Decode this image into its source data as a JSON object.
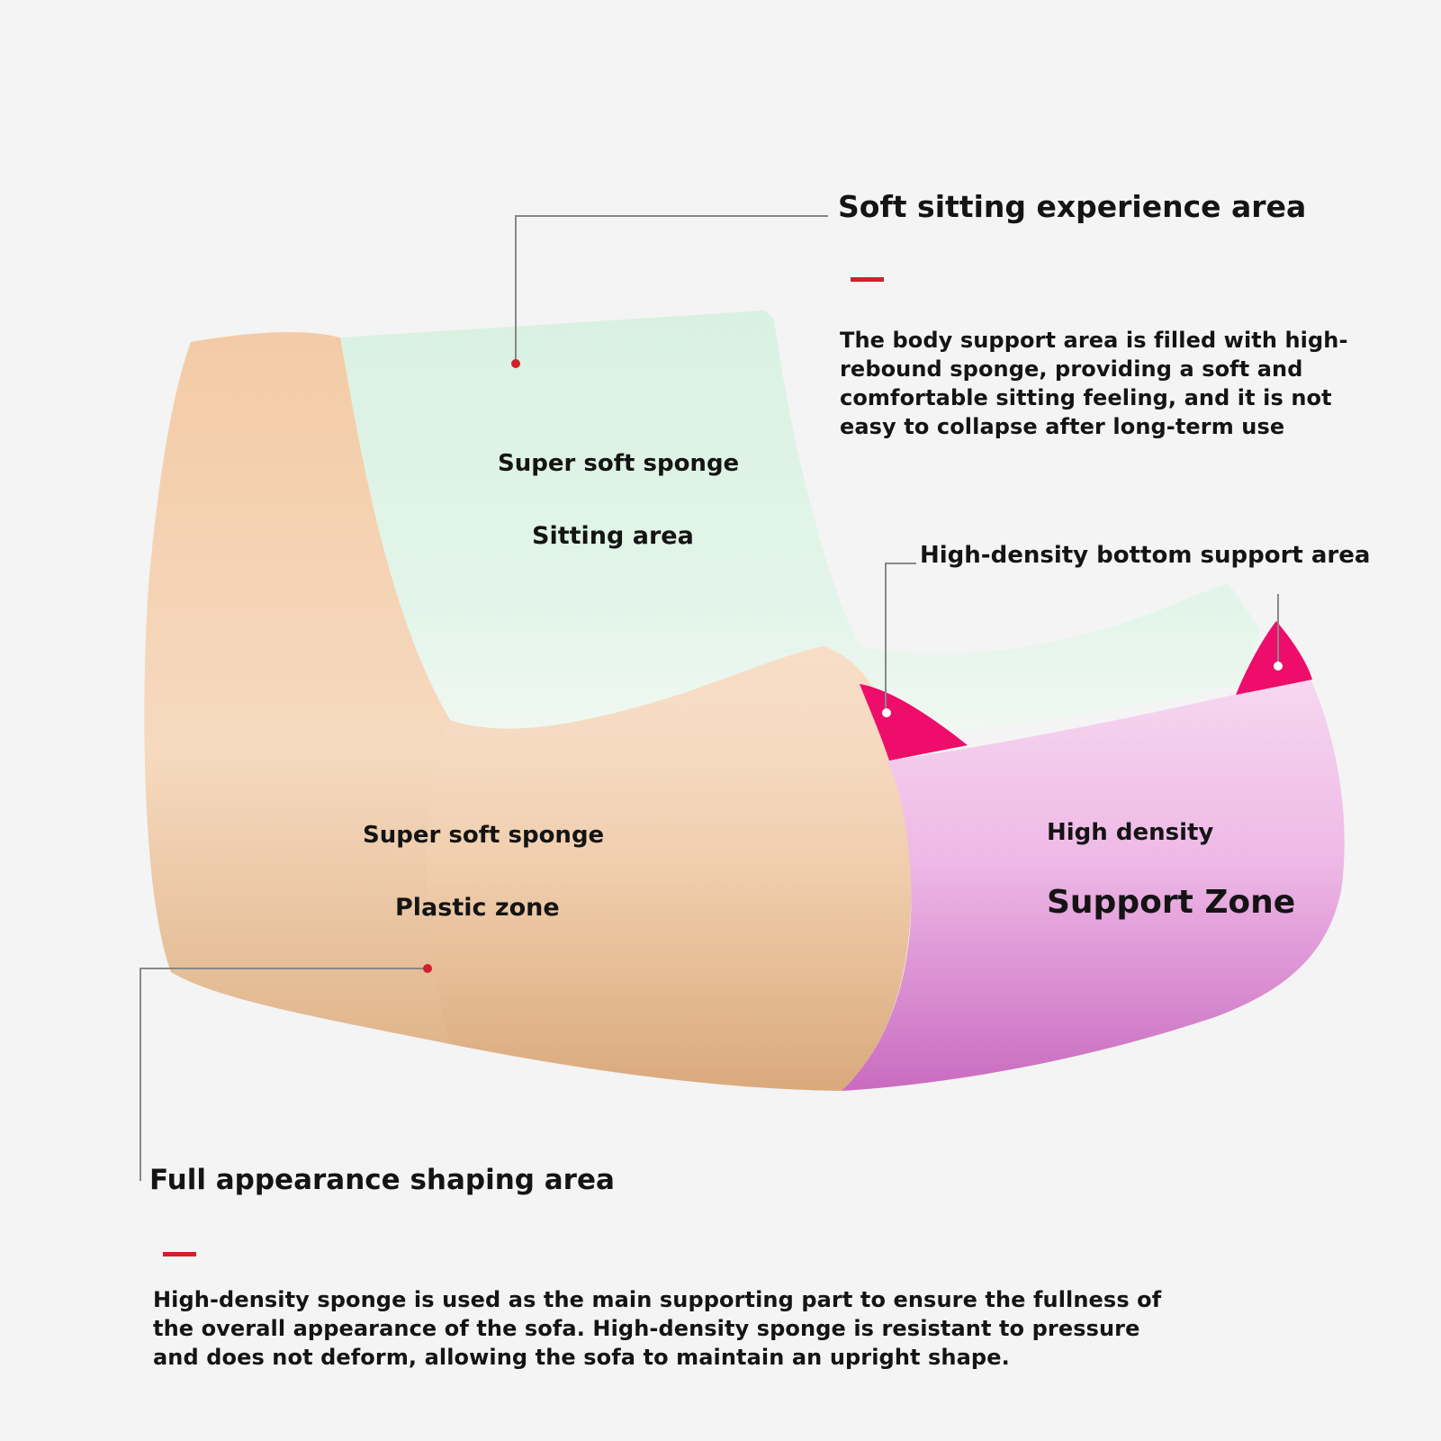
{
  "callouts": {
    "top_right": {
      "title": "Soft sitting experience area",
      "body": "The body support area is filled with high-rebound sponge, providing a soft and comfortable sitting feeling, and it is not easy to collapse after long-term use"
    },
    "bottom_left": {
      "title": "Full appearance shaping area",
      "body": "High-density sponge is used as the main supporting part to ensure the fullness of the overall appearance of the sofa. High-density sponge is resistant to pressure and does not deform, allowing the sofa to maintain an upright shape."
    },
    "bottom_support": {
      "title": "High-density bottom support area"
    }
  },
  "zones": {
    "seat": {
      "line1": "Super soft sponge",
      "line2": "Sitting area"
    },
    "arm": {
      "line1": "Super soft sponge",
      "line2": "Plastic zone"
    },
    "front": {
      "line1": "High density",
      "line2": "Support Zone"
    }
  },
  "colors": {
    "background": "#f4f4f4",
    "seat_green": "#dff3e6",
    "arm_peach": "#f2c49c",
    "front_pink": "#e9a2e0",
    "bottom_magenta": "#ee0d6a",
    "accent_red": "#d0202a",
    "leader_gray": "#888888"
  }
}
